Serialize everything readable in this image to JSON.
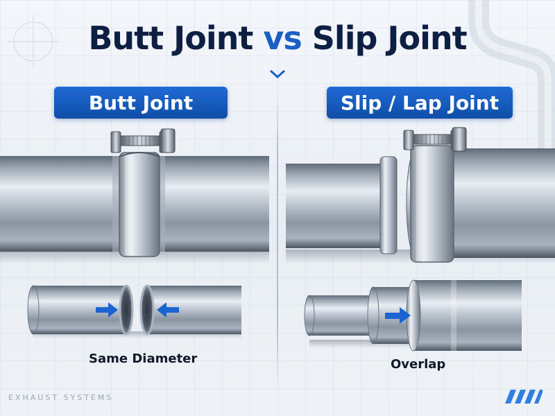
{
  "title": {
    "part1": "Butt Joint",
    "vs": "vs",
    "part2": "Slip Joint"
  },
  "left_panel": {
    "label": "Butt Joint",
    "caption": "Same Diameter"
  },
  "right_panel": {
    "label": "Slip / Lap Joint",
    "caption": "Overlap"
  },
  "footer": {
    "text": "EXHAUST SYSTEMS"
  },
  "colors": {
    "title_dark": "#0e1f44",
    "accent_blue": "#1c5fc4",
    "pill_blue": "#1557c0",
    "arrow_blue": "#1a63d0"
  },
  "icons": [
    "clamp-icon",
    "arrow-right-icon",
    "arrow-left-icon",
    "stripes-icon"
  ]
}
